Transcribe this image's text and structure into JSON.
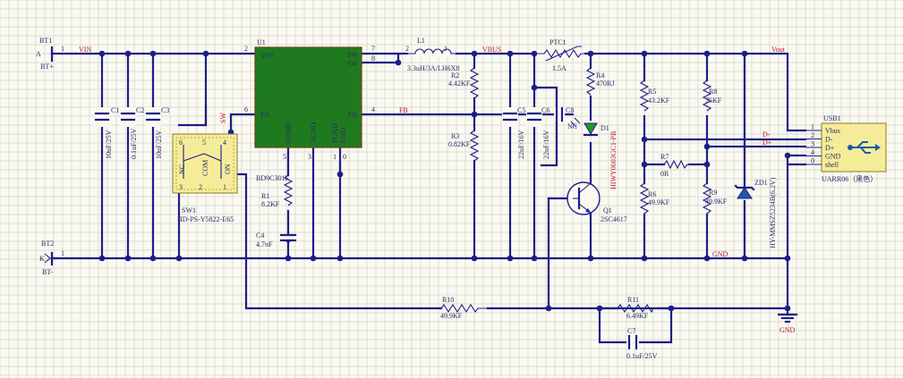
{
  "colors": {
    "wire": "#1d1d8a",
    "net_label": "#b31b1b",
    "ic_body": "#1f7a1f",
    "connector_body": "#f5ec9a",
    "background": "#fafaf2"
  },
  "battery1": {
    "ref": "BT1",
    "pin": "1",
    "plus": "BT+",
    "a": "A"
  },
  "battery2": {
    "ref": "BT2",
    "pin": "1",
    "minus": "BT-",
    "k": "K"
  },
  "nets": {
    "vin": "VIN",
    "vbus": "VBUS",
    "vout": "Vout",
    "fb": "FB",
    "sw": "SW",
    "gnd": "GND",
    "dminus": "D-",
    "dplus": "D+"
  },
  "caps": {
    "c1": {
      "ref": "C1",
      "value": "10uF/25V"
    },
    "c2": {
      "ref": "C2",
      "value": "0.1uF/25V"
    },
    "c3": {
      "ref": "C3",
      "value": "10uF/25V"
    },
    "c4": {
      "ref": "C4",
      "value": "4.7nF"
    },
    "c5": {
      "ref": "C5",
      "value": "22uF/16V"
    },
    "c6": {
      "ref": "C6",
      "value": "22uF/16V"
    },
    "c7": {
      "ref": "C7",
      "value": "0.1uF/25V"
    },
    "c8": {
      "ref": "C8",
      "value": "NC"
    }
  },
  "ic": {
    "ref": "U1",
    "part": "BD9C301F",
    "pins": {
      "vin": "VIN",
      "sw": "SW",
      "en": "EN",
      "fb": "FB",
      "comp": "COMP",
      "agnd": "AGND",
      "pgnd": "PGND",
      "gnd": "GND"
    },
    "pin_numbers": {
      "vin": "2",
      "sw1": "7",
      "sw2": "8",
      "en": "6",
      "fb": "4",
      "comp": "5",
      "agnd": "3",
      "pgnd": "1",
      "gnd": "0"
    }
  },
  "inductor": {
    "ref": "L1",
    "value": "3.3uH/3A/LH6X8",
    "pin_left": "2",
    "pin_right": "1"
  },
  "ptc": {
    "ref": "PTC1",
    "value": "1.5A"
  },
  "resistors": {
    "r1": {
      "ref": "R1",
      "value": "8.2KF"
    },
    "r2": {
      "ref": "R2",
      "value": "4.42KF"
    },
    "r3": {
      "ref": "R3",
      "value": "0.82KF"
    },
    "r4": {
      "ref": "R4",
      "value": "470RJ"
    },
    "r5": {
      "ref": "R5",
      "value": "43.2KF"
    },
    "r6": {
      "ref": "R6",
      "value": "49.9KF"
    },
    "r7": {
      "ref": "R7",
      "value": "0R"
    },
    "r8": {
      "ref": "R8",
      "value": "75KF"
    },
    "r9": {
      "ref": "R9",
      "value": "49.9KF"
    },
    "r10": {
      "ref": "R10",
      "value": "49.9KF"
    },
    "r11": {
      "ref": "R11",
      "value": "6.49KF"
    }
  },
  "led": {
    "ref": "D1",
    "part": "HIWY0603GC1-PB"
  },
  "transistor": {
    "ref": "Q1",
    "part": "2SC4617"
  },
  "zener": {
    "ref": "ZD1",
    "part": "HY-MMSZ5234B(6.2V)"
  },
  "switch": {
    "ref": "SW1",
    "part": "HD-PS-Y5822-E65",
    "nc": "NC",
    "com": "COM",
    "on": "ON",
    "pins": [
      "6",
      "5",
      "4",
      "3",
      "2",
      "1"
    ]
  },
  "usb": {
    "ref": "USB1",
    "part": "UARR06（黑色）",
    "pins": [
      {
        "num": "1",
        "name": "Vbus"
      },
      {
        "num": "2",
        "name": "D-"
      },
      {
        "num": "3",
        "name": "D+"
      },
      {
        "num": "4",
        "name": "GND"
      },
      {
        "num": "0",
        "name": "shell"
      }
    ]
  }
}
